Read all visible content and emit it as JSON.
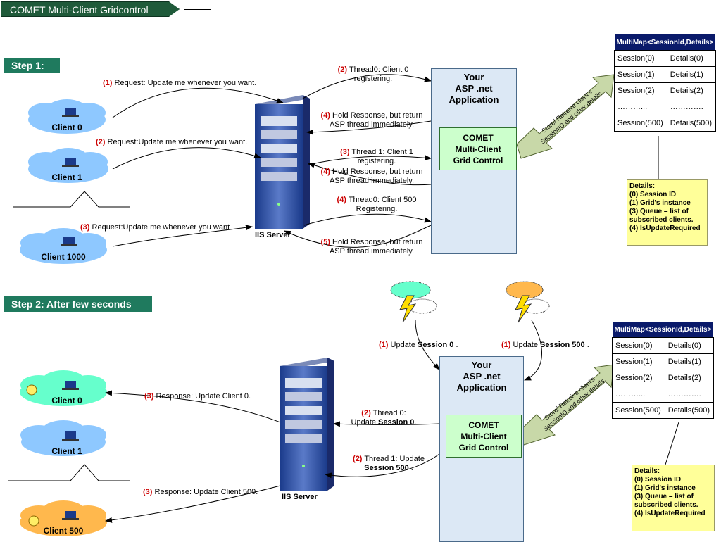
{
  "title": "COMET Multi-Client Gridcontrol",
  "step1": {
    "label": "Step 1:",
    "clients": [
      "Client 0",
      "Client 1",
      "Client 1000"
    ],
    "server": "IIS Server",
    "app": [
      "Your",
      "ASP .net",
      "Application"
    ],
    "comet": [
      "COMET",
      "Multi-Client",
      "Grid Control"
    ],
    "arrow_text": [
      "Store/ Retreive client's",
      "SessionID and other details."
    ],
    "req0": {
      "num": "(1)",
      "text": " Request: Update me whenever you want."
    },
    "req1": {
      "num": "(2)",
      "text": " Request:Update me whenever you want."
    },
    "req2": {
      "num": "(3)",
      "text": " Request:Update me whenever you want"
    },
    "m1": {
      "num": "(2)",
      "l1": " Thread0: Client 0",
      "l2": "registering."
    },
    "m2": {
      "num": "(4)",
      "l1": " Hold Response, but return",
      "l2": "ASP thread immediately."
    },
    "m3": {
      "num": "(3)",
      "l1": " Thread 1: Client 1",
      "l2": "registering."
    },
    "m4": {
      "num": "(4)",
      "l1": " Hold Response, but return",
      "l2": "ASP thread immediately."
    },
    "m5": {
      "num": "(4)",
      "l1": " Thread0: Client 500",
      "l2": "Registering."
    },
    "m6": {
      "num": "(5)",
      "l1": " Hold Response, but return",
      "l2": "ASP thread immediately."
    },
    "table": {
      "header": "MultiMap<SessionId,Details>",
      "rows": [
        [
          "Session(0)",
          "Details(0)"
        ],
        [
          "Session(1)",
          "Details(1)"
        ],
        [
          "Session(2)",
          "Details(2)"
        ],
        [
          "………...",
          "…………."
        ],
        [
          "Session(500)",
          "Details(500)"
        ]
      ]
    },
    "details": {
      "h": "Details:",
      "lines": [
        "(0) Session ID",
        "(1) Grid's instance",
        "(3) Queue – list of",
        "subscribed clients.",
        "(4) IsUpdateRequired"
      ]
    }
  },
  "step2": {
    "label": "Step 2: After few seconds",
    "clients": [
      "Client 0",
      "Client 1",
      "Client 500"
    ],
    "server": "IIS Server",
    "app": [
      "Your",
      "ASP .net",
      "Application"
    ],
    "comet": [
      "COMET",
      "Multi-Client",
      "Grid Control"
    ],
    "arrow_text": [
      "Store/ Retreive client's",
      "SessionID and other details."
    ],
    "u1": {
      "num": "(1)",
      "pre": " Update ",
      "bold": "Session 0",
      "post": " ."
    },
    "u2": {
      "num": "(1)",
      "pre": " Update ",
      "bold": "Session 500",
      "post": " ."
    },
    "t0": {
      "num": "(2)",
      "l1": " Thread 0:",
      "pre": "Update ",
      "bold": "Session 0",
      "post": "."
    },
    "t1": {
      "num": "(2)",
      "l1": " Thread 1: Update",
      "bold": "Session 500",
      "post": " ."
    },
    "r0": {
      "num": "(3)",
      "text": " Response: Update Client 0."
    },
    "r1": {
      "num": "(3)",
      "text": " Response: Update Client 500."
    },
    "table": {
      "header": "MultiMap<SessionId,Details>",
      "rows": [
        [
          "Session(0)",
          "Details(0)"
        ],
        [
          "Session(1)",
          "Details(1)"
        ],
        [
          "Session(2)",
          "Details(2)"
        ],
        [
          "………...",
          "…………."
        ],
        [
          "Session(500)",
          "Details(500)"
        ]
      ]
    },
    "details": {
      "h": "Details:",
      "lines": [
        "(0) Session ID",
        "(1) Grid's instance",
        "(3) Queue – list of",
        "subscribed clients.",
        "(4) IsUpdateRequired"
      ]
    }
  },
  "colors": {
    "cloud_blue": "#8ec8ff",
    "cloud_green": "#66ffcc",
    "cloud_orange": "#ffb84d",
    "step_bg": "#1f7a5e",
    "number_red": "#cc0000"
  }
}
